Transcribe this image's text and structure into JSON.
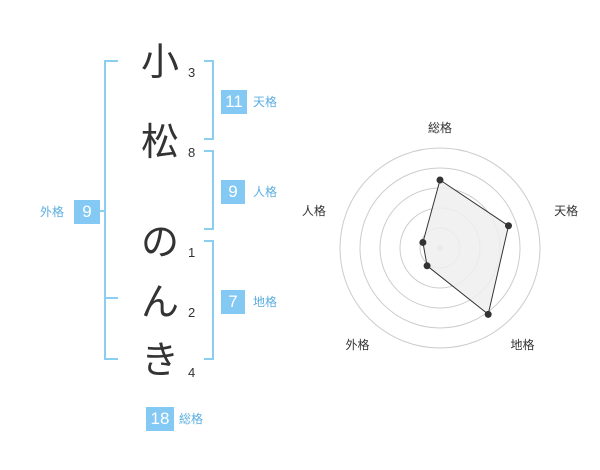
{
  "name": {
    "characters": [
      {
        "char": "小",
        "strokes": "3"
      },
      {
        "char": "松",
        "strokes": "8"
      },
      {
        "char": "の",
        "strokes": "1"
      },
      {
        "char": "ん",
        "strokes": "2"
      },
      {
        "char": "き",
        "strokes": "4"
      }
    ]
  },
  "fortunes": {
    "tenkaku": {
      "value": "11",
      "label": "天格"
    },
    "jinkaku": {
      "value": "9",
      "label": "人格"
    },
    "chikaku": {
      "value": "7",
      "label": "地格"
    },
    "gaikaku": {
      "value": "9",
      "label": "外格"
    },
    "soukaku": {
      "value": "18",
      "label": "総格"
    }
  },
  "colors": {
    "accent": "#83c9f4",
    "bracket": "#8ccdf2",
    "label_text": "#5aaee0",
    "radar_fill": "#efefef",
    "radar_line": "#333333",
    "grid": "#cccccc"
  },
  "chart_data": {
    "type": "radar",
    "axes": [
      "総格",
      "天格",
      "地格",
      "外格",
      "人格"
    ],
    "values": [
      3.4,
      3.6,
      4.1,
      1.1,
      0.9
    ],
    "rings": 5,
    "range": [
      0,
      5
    ]
  }
}
